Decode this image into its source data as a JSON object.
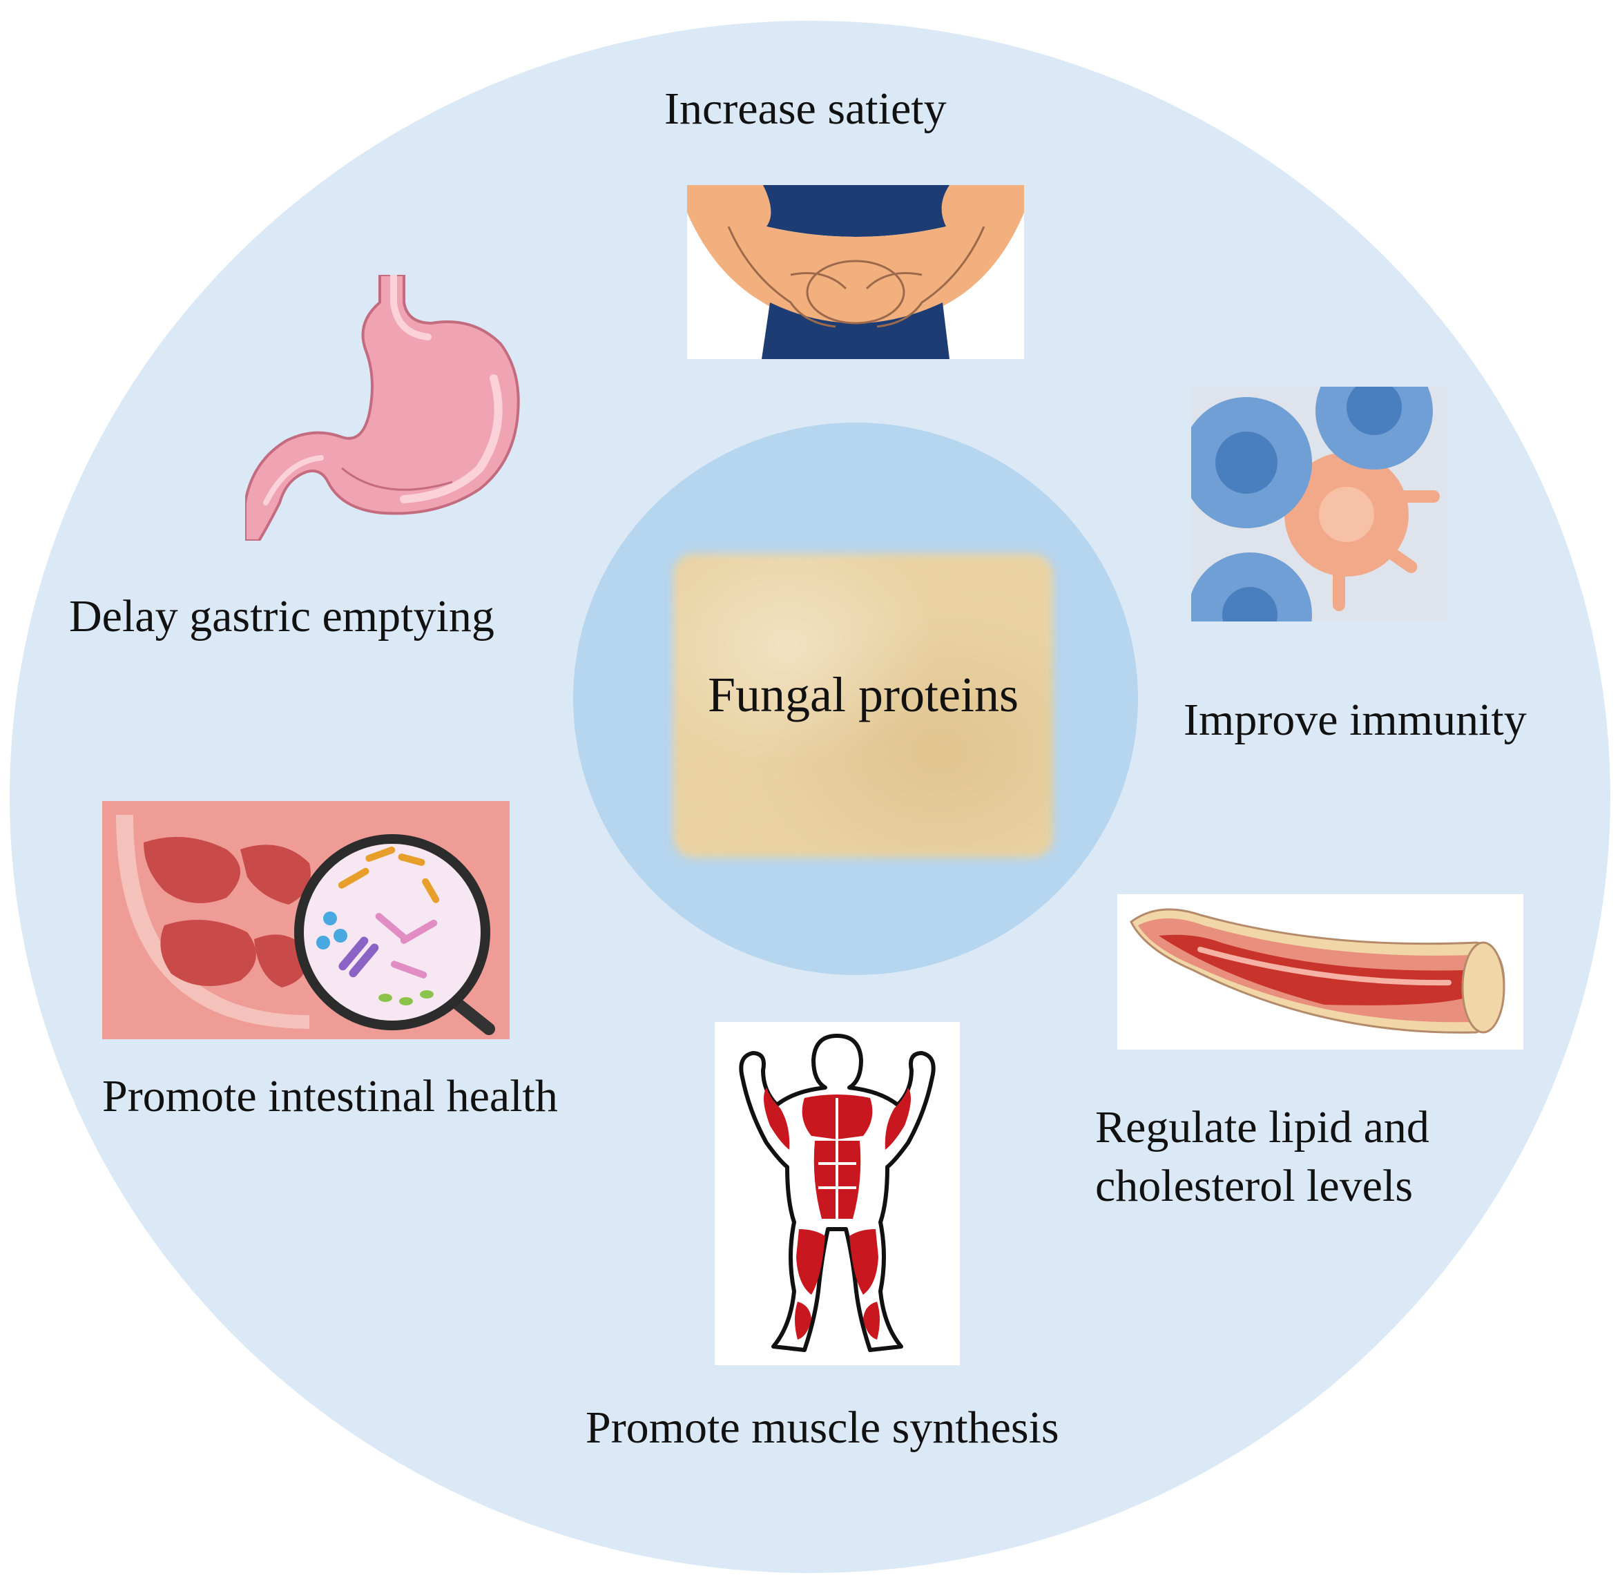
{
  "center": {
    "label": "Fungal proteins"
  },
  "benefits": [
    {
      "id": "satiety",
      "label": "Increase satiety",
      "icon": "belly-icon"
    },
    {
      "id": "immunity",
      "label": "Improve immunity",
      "icon": "immune-cells-icon"
    },
    {
      "id": "lipid",
      "label_line1": "Regulate lipid and",
      "label_line2": "cholesterol  levels",
      "icon": "blood-vessel-icon"
    },
    {
      "id": "muscle",
      "label": "Promote muscle synthesis",
      "icon": "muscle-body-icon"
    },
    {
      "id": "intestinal",
      "label": "Promote intestinal health",
      "icon": "intestine-microbiota-icon"
    },
    {
      "id": "gastric",
      "label": "Delay gastric emptying",
      "icon": "stomach-icon"
    }
  ],
  "colors": {
    "outer_circle": "#dbe9f6",
    "inner_circle": "#b6d5ee",
    "powder": "#e8d1a0"
  }
}
